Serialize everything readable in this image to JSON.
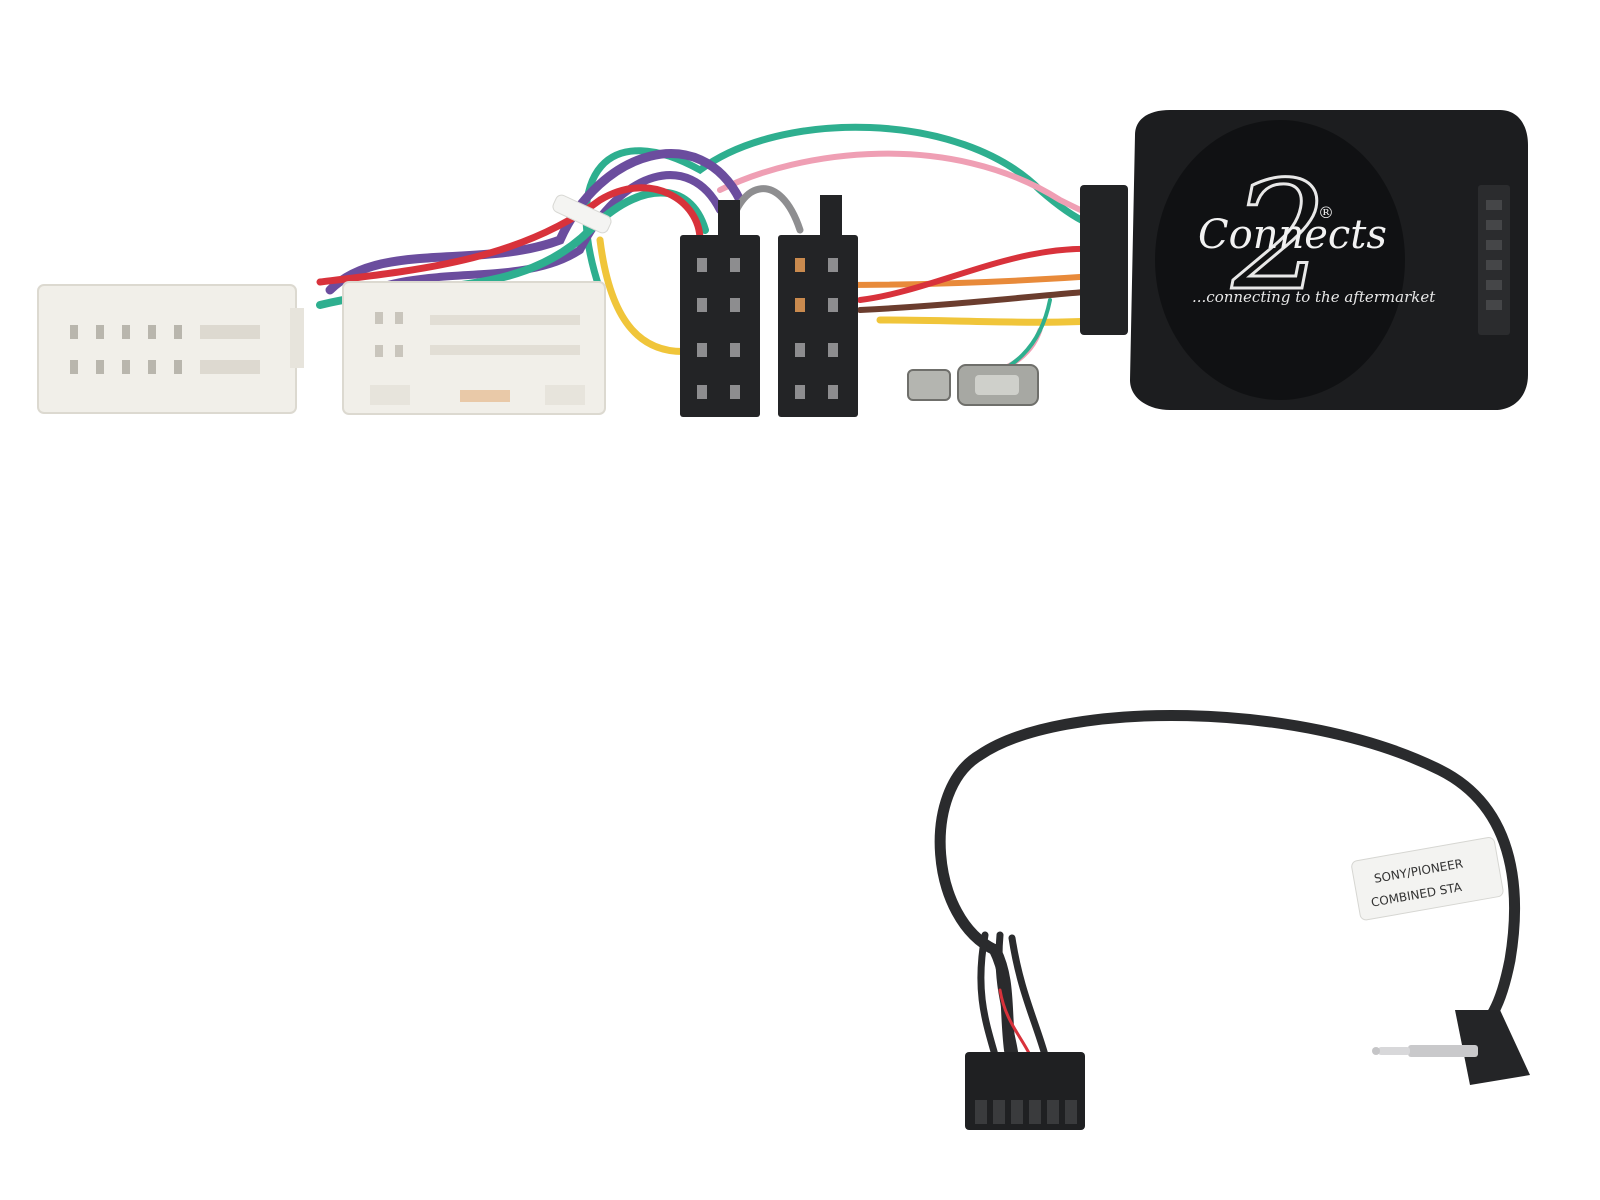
{
  "product": {
    "interface_box": {
      "logo": {
        "brand_word": "Connects",
        "brand_numeral": "2",
        "registered_mark": "®",
        "tagline": "...connecting to the aftermarket"
      }
    },
    "patch_lead": {
      "label_line_1": "SONY/PIONEER",
      "label_line_2": "COMBINED STA"
    }
  },
  "colors": {
    "background": "#ffffff",
    "connector_white": "#f1efe9",
    "connector_black": "#232426",
    "box_black": "#1c1d1f",
    "wire_green": "#2eaf8f",
    "wire_pink": "#ef9fb4",
    "wire_purple": "#6b4d9e",
    "wire_red": "#d8323b",
    "wire_yellow": "#f0c53a",
    "wire_orange": "#e88a3a",
    "wire_brown": "#6b3d2e",
    "wire_grey": "#8e8e90",
    "cable_black": "#2a2b2d",
    "jack_metal": "#c9c9cb"
  }
}
